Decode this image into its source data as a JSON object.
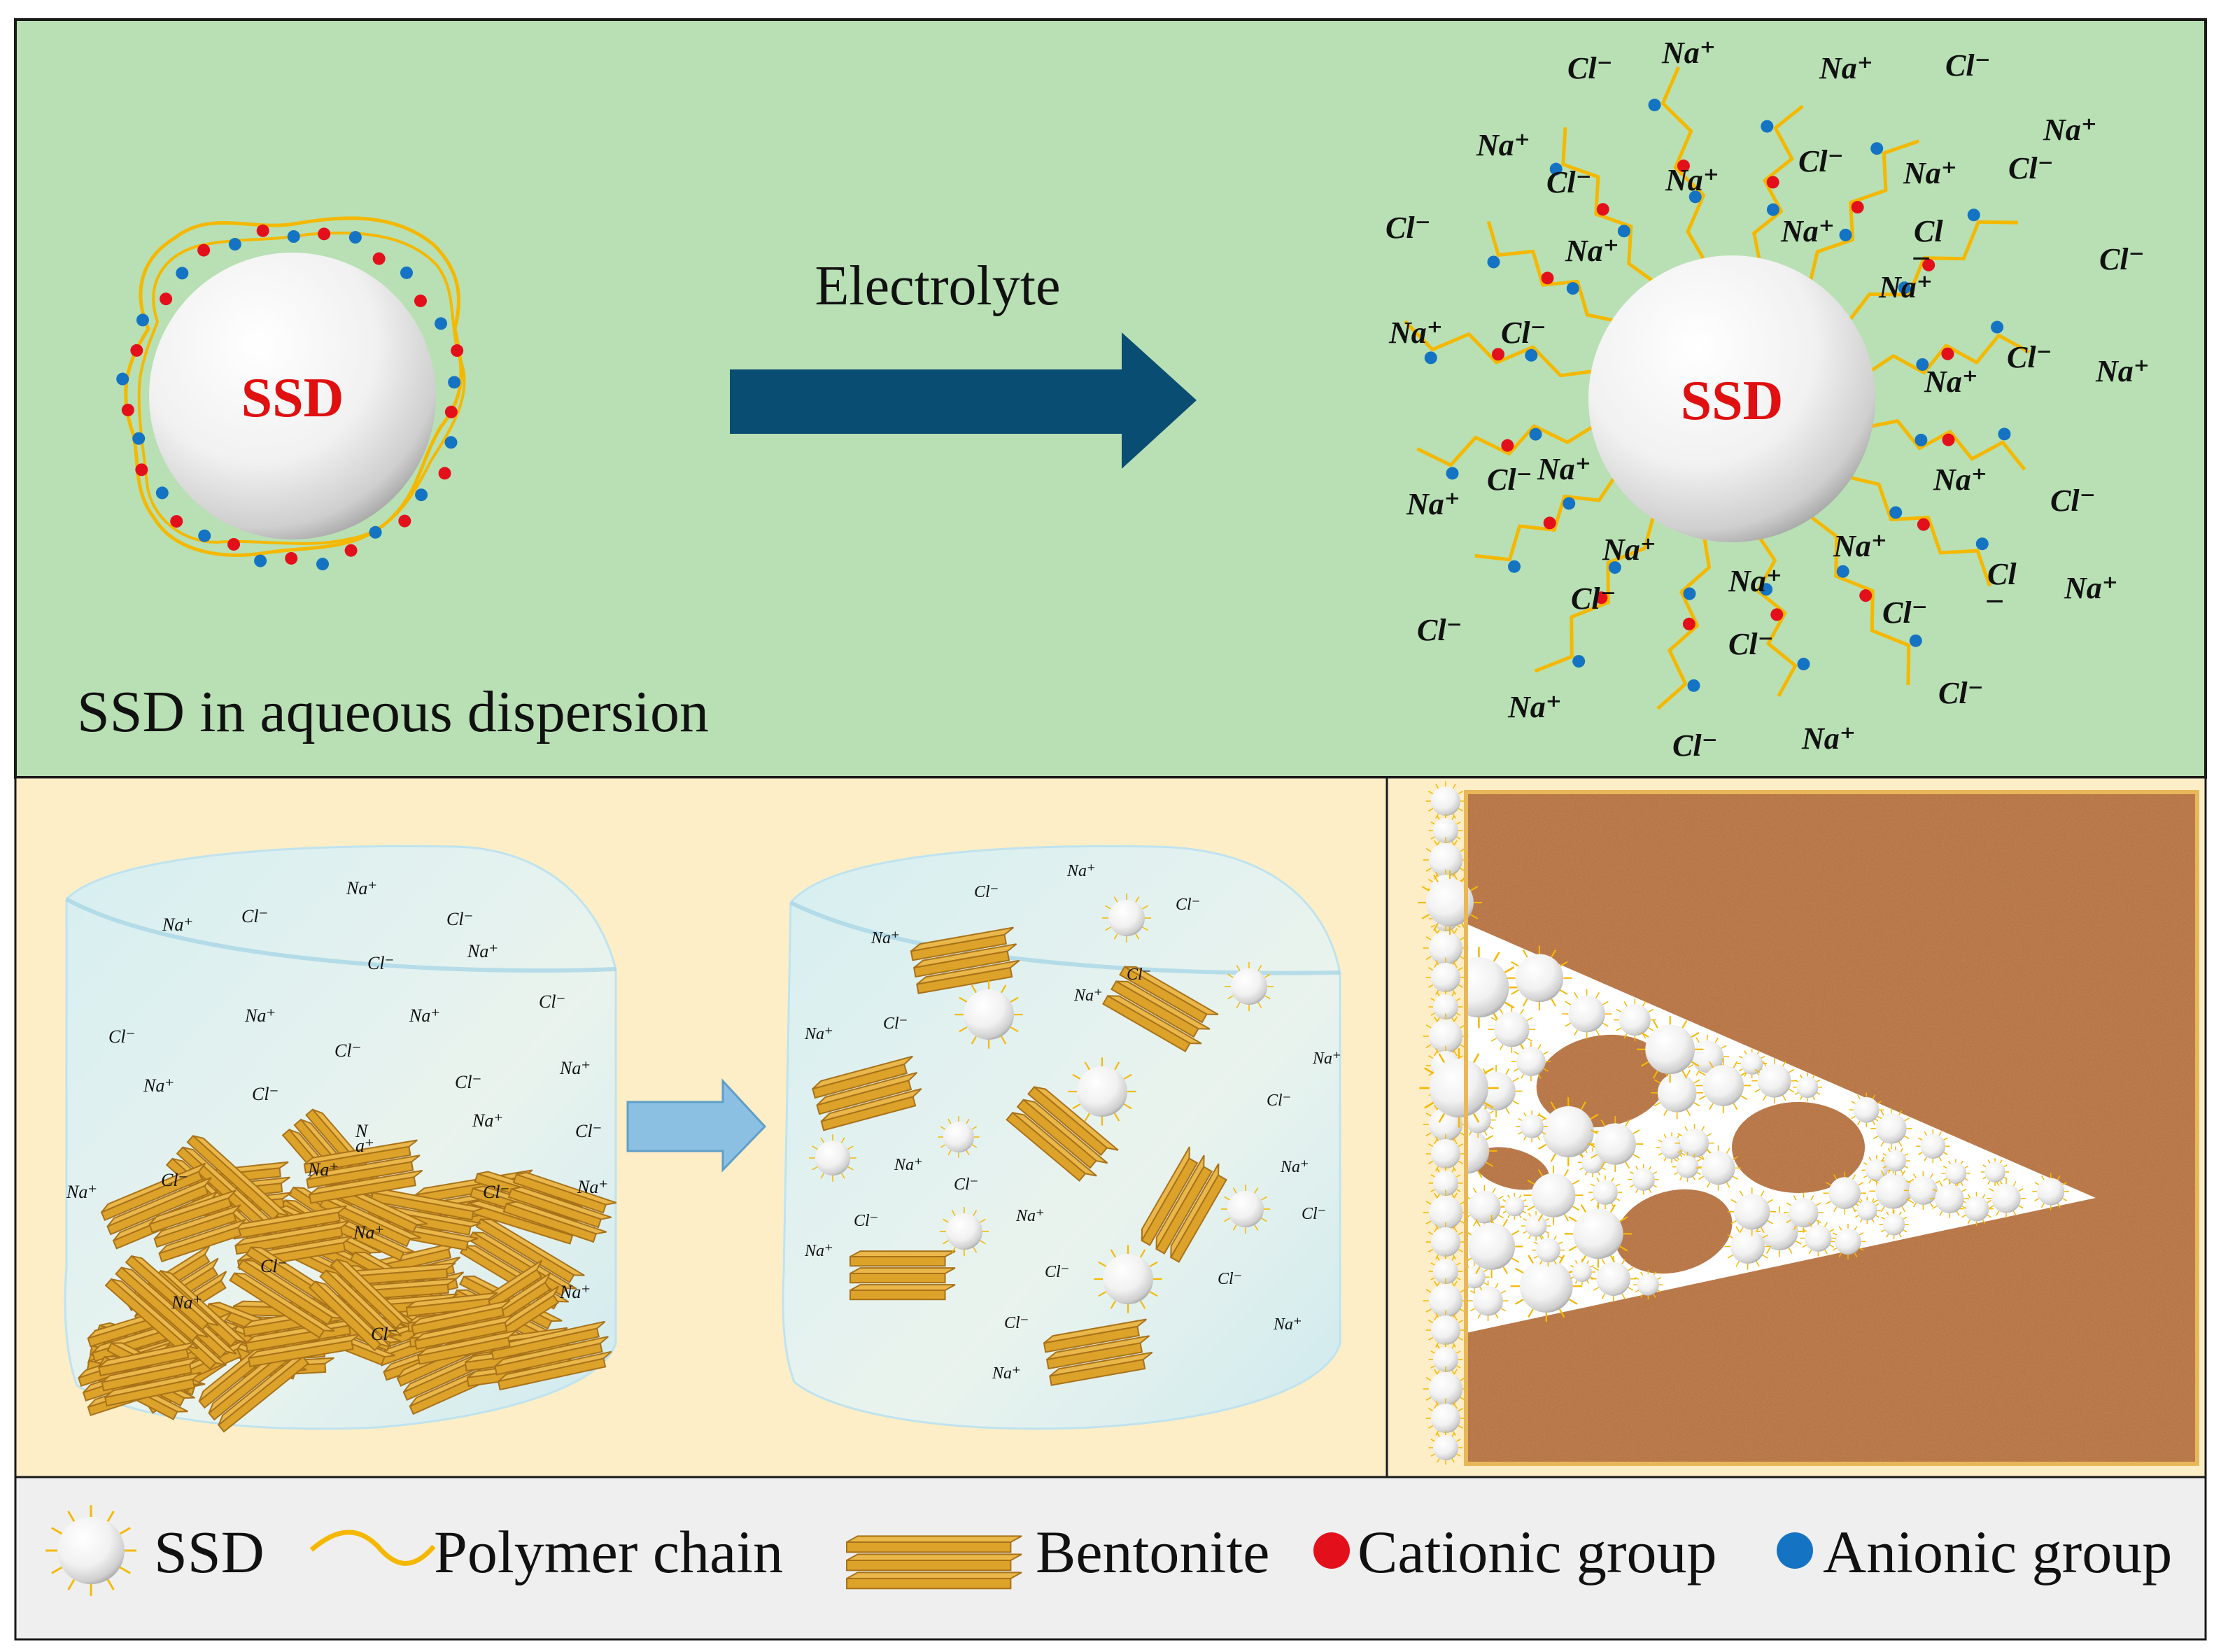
{
  "top_panel": {
    "arrow_label": "Electrolyte",
    "caption": "SSD in aqueous dispersion",
    "particle_label": "SSD",
    "particle_label_color": "#e01010",
    "background": "#b8e0b4"
  },
  "ion_labels": {
    "na": "Na⁺",
    "cl": "Cl⁻",
    "na_split_top": "N",
    "na_split_bottom": "a⁺",
    "cl_split_top": "Cl",
    "cl_split_bottom": "–"
  },
  "bottom_panel": {
    "background": "#fdeec7"
  },
  "legend": {
    "background": "#efefef",
    "items": [
      {
        "label": "SSD",
        "icon": "ssd-sphere-icon"
      },
      {
        "label": "Polymer chain",
        "icon": "polymer-chain-icon"
      },
      {
        "label": "Bentonite",
        "icon": "bentonite-stack-icon"
      },
      {
        "label": "Cationic group",
        "icon": "cationic-dot-icon"
      },
      {
        "label": "Anionic group",
        "icon": "anionic-dot-icon"
      }
    ]
  },
  "colors": {
    "cationic": "#e3101c",
    "anionic": "#1473c2",
    "polymer": "#f5b800",
    "bentonite": "#dca22a",
    "arrow_main": "#0a4d73",
    "arrow_small": "#8cc0e3",
    "rock": "#c07a4c"
  }
}
